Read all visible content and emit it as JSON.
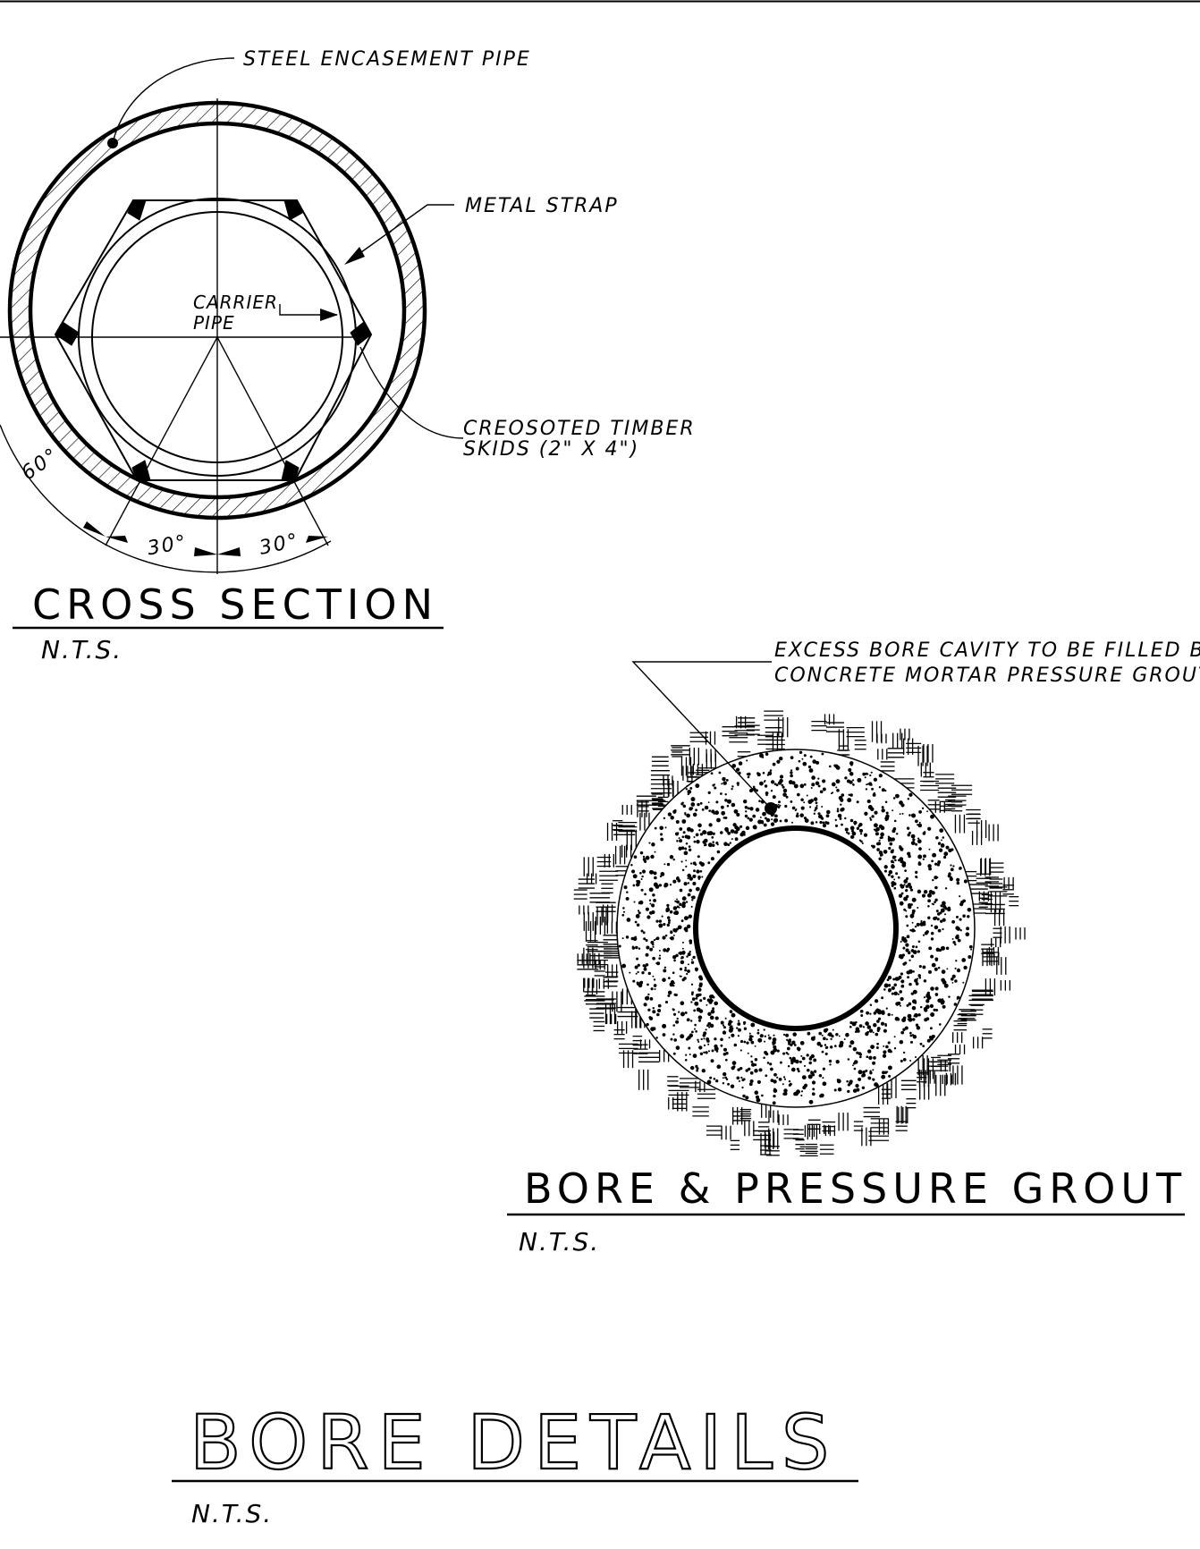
{
  "cross_section": {
    "title": "CROSS SECTION",
    "scale": "N.T.S.",
    "labels": {
      "steel_pipe": "STEEL ENCASEMENT PIPE",
      "metal_strap": "METAL STRAP",
      "carrier_line1": "CARRIER",
      "carrier_line2": "PIPE",
      "skids_line1": "CREOSOTED TIMBER",
      "skids_line2": "SKIDS (2\" X 4\")"
    },
    "angles": {
      "left": "30°",
      "right": "30°",
      "outer": "60°"
    }
  },
  "bore_grout": {
    "title": "BORE & PRESSURE GROUT",
    "scale": "N.T.S.",
    "note_line1": "EXCESS BORE CAVITY TO BE FILLED BY",
    "note_line2": "CONCRETE MORTAR PRESSURE GROUTING"
  },
  "bore_details": {
    "title": "BORE DETAILS",
    "scale": "N.T.S."
  }
}
